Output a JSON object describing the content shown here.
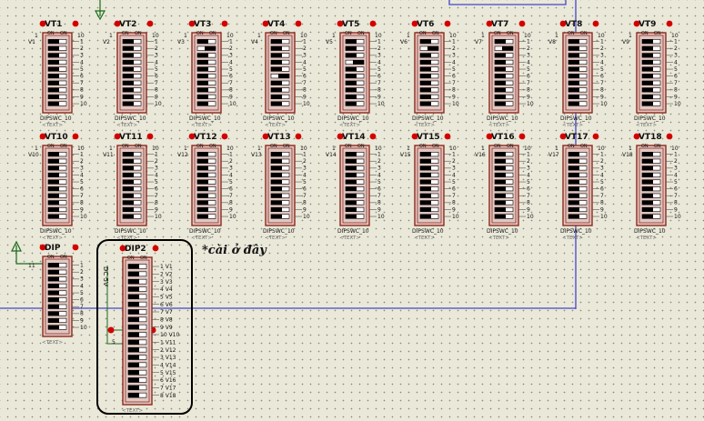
{
  "annotation": "*cài ở đây",
  "colors": {
    "background": "#e9e8d9",
    "chip_outline": "#8c2a1c",
    "chip_fill": "#e2c7c2",
    "switch_body": "#000000",
    "pin": "#d40000",
    "wire": "#4444cc",
    "wire_green": "#1a6b1a",
    "highlight_box": "#000000"
  },
  "chips": [
    {
      "ref": "VT1",
      "type": "DIPSWC_10",
      "placeholder": "<TEXT>",
      "left": "V1",
      "ends": [
        "1",
        "10"
      ],
      "pins": [
        "1",
        "2",
        "3",
        "4",
        "5",
        "6",
        "7",
        "8",
        "9",
        "10"
      ],
      "on_switches": []
    },
    {
      "ref": "VT2",
      "type": "DIPSWC_10",
      "placeholder": "<TEXT>",
      "left": "V2",
      "ends": [
        "1",
        "10"
      ],
      "pins": [
        "1",
        "2",
        "3",
        "4",
        "5",
        "6",
        "7",
        "8",
        "9",
        "10"
      ],
      "on_switches": []
    },
    {
      "ref": "VT3",
      "type": "DIPSWC_10",
      "placeholder": "<TEXT>",
      "left": "V3",
      "ends": [
        "1",
        "10"
      ],
      "pins": [
        "1",
        "2",
        "3",
        "4",
        "5",
        "6",
        "7",
        "8",
        "9",
        "10"
      ],
      "on_switches": [
        1
      ]
    },
    {
      "ref": "VT4",
      "type": "DIPSWC_10",
      "placeholder": "<TEXT>",
      "left": "V4",
      "ends": [
        "1",
        "10"
      ],
      "pins": [
        "1",
        "2",
        "3",
        "4",
        "5",
        "6",
        "7",
        "8",
        "9",
        "10"
      ],
      "on_switches": [
        5
      ]
    },
    {
      "ref": "VT5",
      "type": "DIPSWC_10",
      "placeholder": "<TEXT>",
      "left": "V5",
      "ends": [
        "1",
        "10"
      ],
      "pins": [
        "1",
        "2",
        "3",
        "4",
        "5",
        "6",
        "7",
        "8",
        "9",
        "10"
      ],
      "on_switches": [
        3
      ]
    },
    {
      "ref": "VT6",
      "type": "DIPSWC_10",
      "placeholder": "<TEXT>",
      "left": "V6",
      "ends": [
        "1",
        "10"
      ],
      "pins": [
        "1",
        "2",
        "3",
        "4",
        "5",
        "6",
        "7",
        "8",
        "9",
        "10"
      ],
      "on_switches": [
        1
      ]
    },
    {
      "ref": "VT7",
      "type": "DIPSWC_10",
      "placeholder": "<TEXT>",
      "left": "V7",
      "ends": [
        "1",
        "10"
      ],
      "pins": [
        "1",
        "2",
        "3",
        "4",
        "5",
        "6",
        "7",
        "8",
        "9",
        "10"
      ],
      "on_switches": [
        1
      ]
    },
    {
      "ref": "VT8",
      "type": "DIPSWC_10",
      "placeholder": "<TEXT>",
      "left": "V8",
      "ends": [
        "1",
        "10"
      ],
      "pins": [
        "1",
        "2",
        "3",
        "4",
        "5",
        "6",
        "7",
        "8",
        "9",
        "10"
      ],
      "on_switches": []
    },
    {
      "ref": "VT9",
      "type": "DIPSWC_10",
      "placeholder": "<TEXT>",
      "left": "V9",
      "ends": [
        "1",
        "10"
      ],
      "pins": [
        "1",
        "2",
        "3",
        "4",
        "5",
        "6",
        "7",
        "8",
        "9",
        "10"
      ],
      "on_switches": []
    },
    {
      "ref": "VT10",
      "type": "DIPSWC_10",
      "placeholder": "<TEXT>",
      "left": "V10",
      "ends": [
        "1",
        "10"
      ],
      "pins": [
        "1",
        "2",
        "3",
        "4",
        "5",
        "6",
        "7",
        "8",
        "9",
        "10"
      ],
      "on_switches": []
    },
    {
      "ref": "VT11",
      "type": "DIPSWC_10",
      "placeholder": "<TEXT>",
      "left": "V11",
      "ends": [
        "1",
        "10"
      ],
      "pins": [
        "1",
        "2",
        "3",
        "4",
        "5",
        "6",
        "7",
        "8",
        "9",
        "10"
      ],
      "on_switches": []
    },
    {
      "ref": "VT12",
      "type": "DIPSWC_10",
      "placeholder": "<TEXT>",
      "left": "V12",
      "ends": [
        "1",
        "10"
      ],
      "pins": [
        "1",
        "2",
        "3",
        "4",
        "5",
        "6",
        "7",
        "8",
        "9",
        "10"
      ],
      "on_switches": []
    },
    {
      "ref": "VT13",
      "type": "DIPSWC_10",
      "placeholder": "<TEXT>",
      "left": "V13",
      "ends": [
        "1",
        "10"
      ],
      "pins": [
        "1",
        "2",
        "3",
        "4",
        "5",
        "6",
        "7",
        "8",
        "9",
        "10"
      ],
      "on_switches": []
    },
    {
      "ref": "VT14",
      "type": "DIPSWC_10",
      "placeholder": "<TEXT>",
      "left": "V14",
      "ends": [
        "1",
        "10"
      ],
      "pins": [
        "1",
        "2",
        "3",
        "4",
        "5",
        "6",
        "7",
        "8",
        "9",
        "10"
      ],
      "on_switches": []
    },
    {
      "ref": "VT15",
      "type": "DIPSWC_10",
      "placeholder": "<TEXT>",
      "left": "V15",
      "ends": [
        "1",
        "10"
      ],
      "pins": [
        "1",
        "2",
        "3",
        "4",
        "5",
        "6",
        "7",
        "8",
        "9",
        "10"
      ],
      "on_switches": []
    },
    {
      "ref": "VT16",
      "type": "DIPSWC_10",
      "placeholder": "<TEXT>",
      "left": "V16",
      "ends": [
        "1",
        "10"
      ],
      "pins": [
        "1",
        "2",
        "3",
        "4",
        "5",
        "6",
        "7",
        "8",
        "9",
        "10"
      ],
      "on_switches": []
    },
    {
      "ref": "VT17",
      "type": "DIPSWC_10",
      "placeholder": "<TEXT>",
      "left": "V17",
      "ends": [
        "1",
        "10"
      ],
      "pins": [
        "1",
        "2",
        "3",
        "4",
        "5",
        "6",
        "7",
        "8",
        "9",
        "10"
      ],
      "on_switches": []
    },
    {
      "ref": "VT18",
      "type": "DIPSWC_10",
      "placeholder": "<TEXT>",
      "left": "V18",
      "ends": [
        "1",
        "10"
      ],
      "pins": [
        "1",
        "2",
        "3",
        "4",
        "5",
        "6",
        "7",
        "8",
        "9",
        "10"
      ],
      "on_switches": []
    },
    {
      "ref": "DIP",
      "type": "",
      "placeholder": "<TEXT>",
      "left": "11",
      "ends": [
        "",
        ""
      ],
      "pins": [
        "1",
        "2",
        "3",
        "4",
        "5",
        "6",
        "7",
        "8",
        "9",
        "10"
      ],
      "on_switches": []
    },
    {
      "ref": "DIP2",
      "type": "",
      "placeholder": "<TEXT>",
      "left": "",
      "ends": [
        "",
        ""
      ],
      "pins": [
        "1 V1",
        "2 V2",
        "3 V3",
        "4 V4",
        "5 V5",
        "6 V6",
        "7 V7",
        "8 V8",
        "9 V9",
        "10 V10",
        "1 V11",
        "2 V12",
        "3 V13",
        "4 V14",
        "5 V15",
        "6 V16",
        "7 V17",
        "8 V18"
      ],
      "on_switches": [],
      "side_label": "DC 5V",
      "split_label": "5"
    }
  ]
}
